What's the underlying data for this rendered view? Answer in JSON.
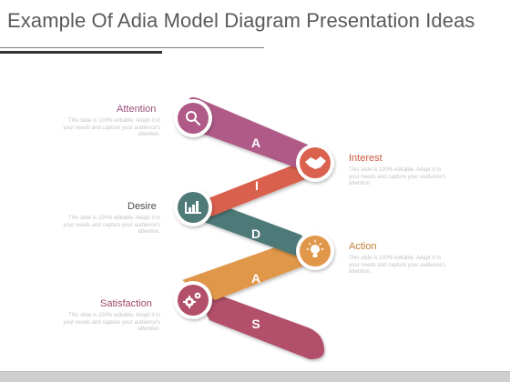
{
  "title": "Example Of Adia Model Diagram Presentation Ideas",
  "stages": [
    {
      "label": "Attention",
      "letter": "A",
      "description": "This slide is 100% editable. Adapt it to your needs and capture your audience's attention.",
      "color": "#b05a88",
      "icon": "magnifier-icon"
    },
    {
      "label": "Interest",
      "letter": "I",
      "description": "This slide is 100% editable. Adapt it to your needs and capture your audience's attention.",
      "color": "#d9614d",
      "icon": "handshake-icon"
    },
    {
      "label": "Desire",
      "letter": "D",
      "description": "This slide is 100% editable. Adapt it to your needs and capture your audience's attention.",
      "color": "#4e7a78",
      "icon": "bar-chart-icon"
    },
    {
      "label": "Action",
      "letter": "A",
      "description": "This slide is 100% editable. Adapt it to your needs and capture your audience's attention.",
      "color": "#e0974a",
      "icon": "lightbulb-icon"
    },
    {
      "label": "Satisfaction",
      "letter": "S",
      "description": "This slide is 100% editable. Adapt it to your needs and capture your audience's attention.",
      "color": "#b24f6a",
      "icon": "gears-icon"
    }
  ]
}
